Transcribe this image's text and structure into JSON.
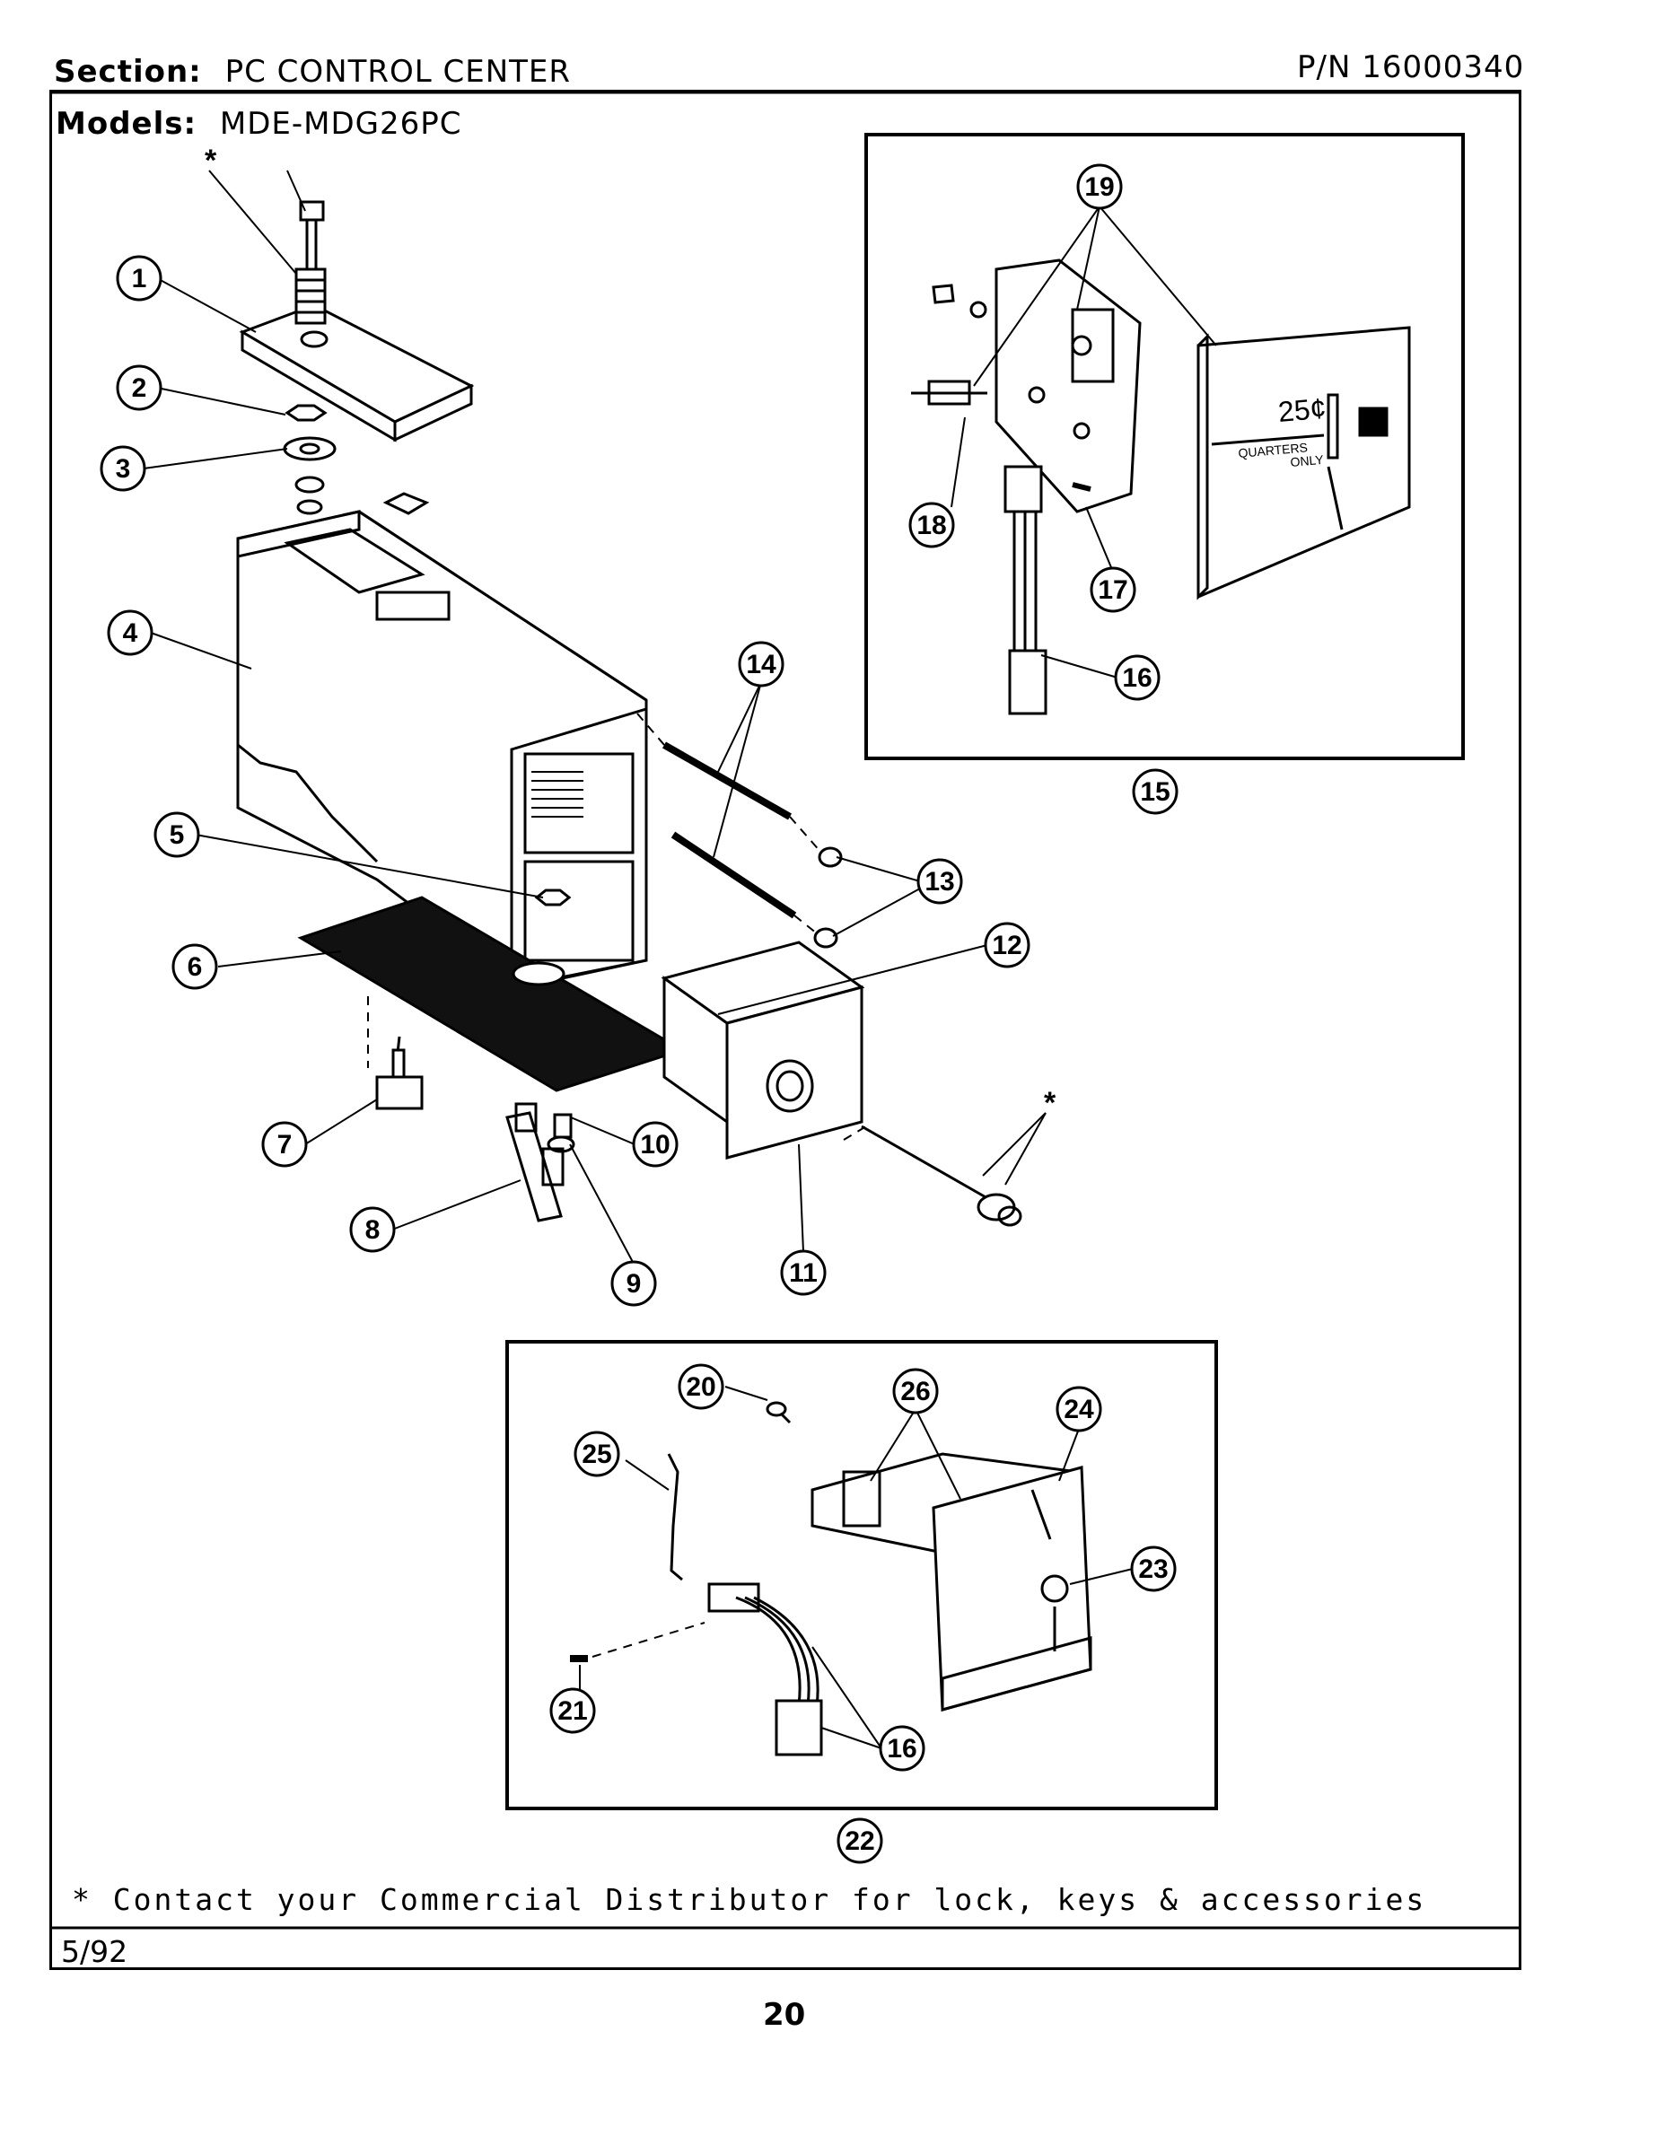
{
  "header": {
    "section_label": "Section:",
    "section_value": "PC CONTROL CENTER",
    "models_label": "Models:",
    "models_value": "MDE-MDG26PC",
    "part_number": "P/N 16000340"
  },
  "callouts": [
    "1",
    "2",
    "3",
    "4",
    "5",
    "6",
    "7",
    "8",
    "9",
    "10",
    "11",
    "12",
    "13",
    "14",
    "15",
    "16",
    "17",
    "18",
    "19",
    "20",
    "21",
    "22",
    "23",
    "24",
    "25",
    "26",
    "16"
  ],
  "asterisk": "*",
  "coin_label": {
    "price": "25¢",
    "line1": "QUARTERS",
    "line2": "ONLY"
  },
  "footer": {
    "note": "* Contact your Commercial Distributor for lock, keys & accessories",
    "date": "5/92",
    "page_number": "20"
  }
}
